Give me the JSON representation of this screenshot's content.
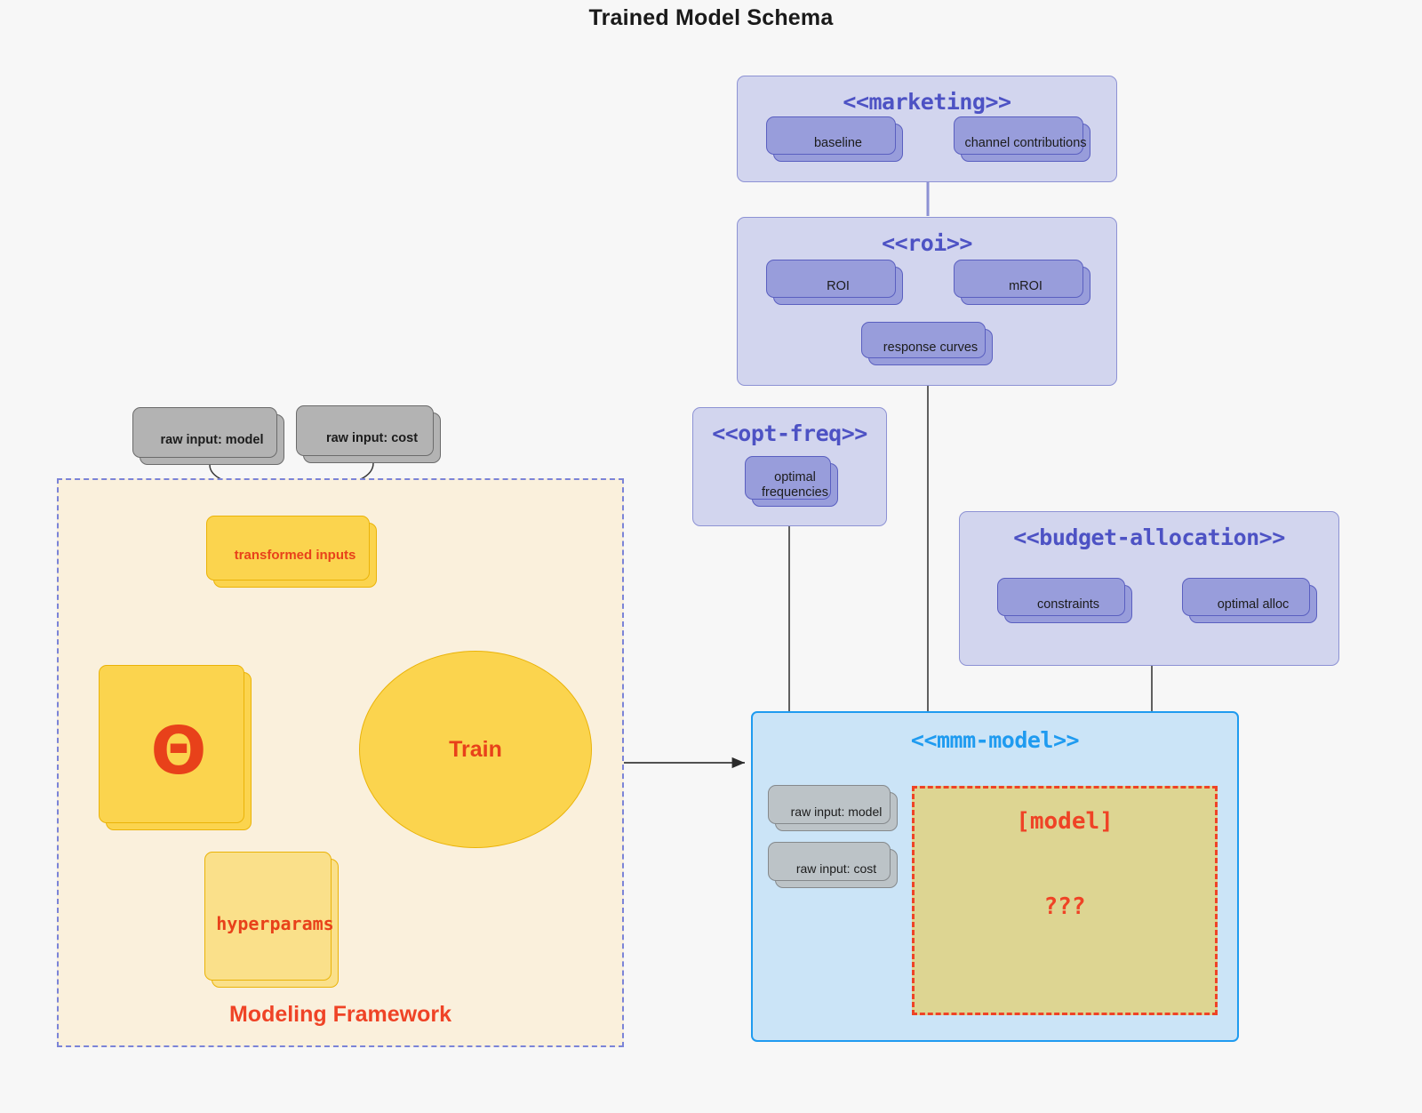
{
  "title": "Trained Model Schema",
  "colors": {
    "background": "#f7f7f7",
    "package_fill": "#d2d5ee",
    "package_stroke": "#8d92d4",
    "package_title": "#4d52c4",
    "node_lavender": "#989ddb",
    "node_gray": "#b3b3b3",
    "yellow": "#fbd44e",
    "yellow_light": "#fae08a",
    "accent_red": "#ef4326",
    "mmm_fill": "#cbe4f7",
    "mmm_stroke": "#1f9bf0",
    "model_fill": "#ddd592",
    "framework_fill": "#faf0dc",
    "framework_stroke": "#7b84d8"
  },
  "packages": [
    {
      "id": "marketing",
      "title": "<<marketing>>",
      "nodes": [
        {
          "label": "baseline"
        },
        {
          "label": "channel contributions"
        }
      ]
    },
    {
      "id": "roi",
      "title": "<<roi>>",
      "nodes": [
        {
          "label": "ROI"
        },
        {
          "label": "mROI"
        },
        {
          "label": "response curves"
        }
      ]
    },
    {
      "id": "opt-freq",
      "title": "<<opt-freq>>",
      "nodes": [
        {
          "label": "optimal frequencies"
        }
      ]
    },
    {
      "id": "budget-allocation",
      "title": "<<budget-allocation>>",
      "nodes": [
        {
          "label": "constraints"
        },
        {
          "label": "optimal alloc"
        }
      ]
    }
  ],
  "framework": {
    "label": "Modeling Framework",
    "raw_inputs": [
      {
        "label": "raw input: model"
      },
      {
        "label": "raw input: cost"
      }
    ],
    "transformed_inputs": "transformed inputs",
    "theta": "Θ",
    "hyperparams": "hyperparams",
    "train": "Train"
  },
  "mmm_model": {
    "title": "<<mmm-model>>",
    "raw_inputs": [
      {
        "label": "raw input: model"
      },
      {
        "label": "raw input: cost"
      }
    ],
    "model_box": {
      "title": "[model]",
      "unknown": "???"
    }
  }
}
